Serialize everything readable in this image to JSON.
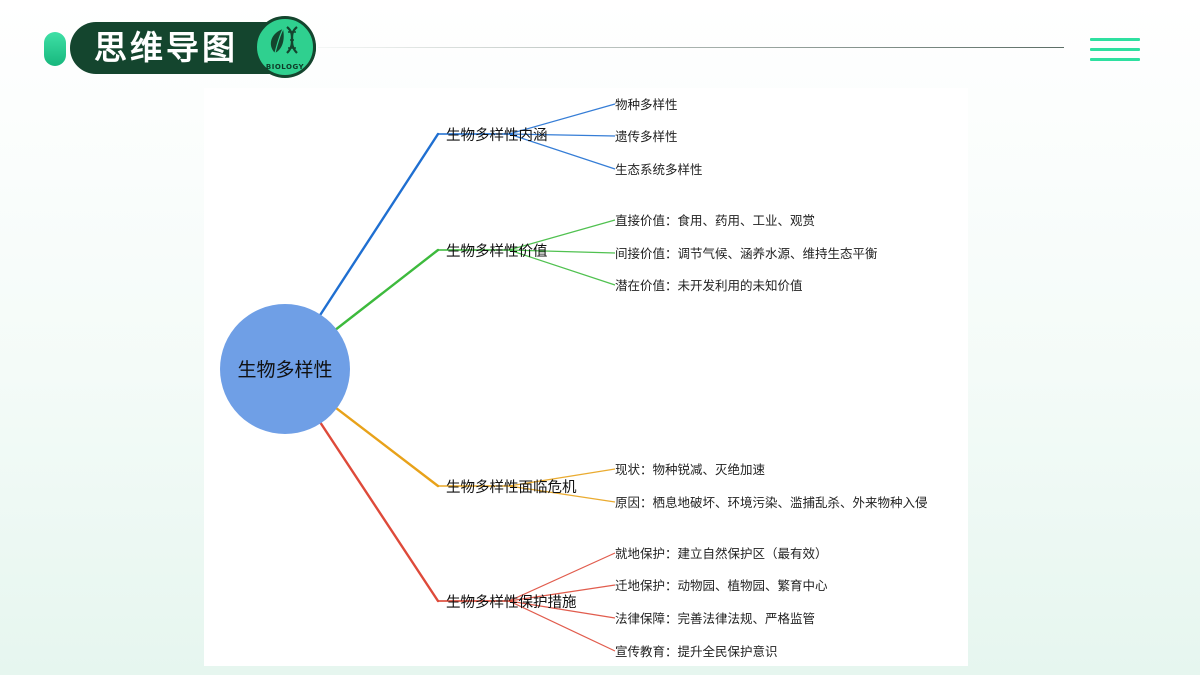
{
  "header": {
    "title": "思维导图",
    "badge_label": "BIOLOGY",
    "menu_icon": "hamburger-menu-icon",
    "badge_icon": "leaf-dna-icon"
  },
  "colors": {
    "accent": "#2ee0a0",
    "title_bg": "#14452e",
    "root_fill": "#6f9fe6",
    "branch_blue": "#1f6fd1",
    "branch_green": "#3dba3d",
    "branch_orange": "#e8a21a",
    "branch_red": "#de4a3a"
  },
  "mindmap": {
    "root": "生物多样性",
    "branches": [
      {
        "label": "生物多样性内涵",
        "color": "#1f6fd1",
        "children": [
          "物种多样性",
          "遗传多样性",
          "生态系统多样性"
        ]
      },
      {
        "label": "生物多样性价值",
        "color": "#3dba3d",
        "children": [
          "直接价值：食用、药用、工业、观赏",
          "间接价值：调节气候、涵养水源、维持生态平衡",
          "潜在价值：未开发利用的未知价值"
        ]
      },
      {
        "label": "生物多样性面临危机",
        "color": "#e8a21a",
        "children": [
          "现状：物种锐减、灭绝加速",
          "原因：栖息地破坏、环境污染、滥捕乱杀、外来物种入侵"
        ]
      },
      {
        "label": "生物多样性保护措施",
        "color": "#de4a3a",
        "children": [
          "就地保护：建立自然保护区（最有效）",
          "迁地保护：动物园、植物园、繁育中心",
          "法律保障：完善法律法规、严格监管",
          "宣传教育：提升全民保护意识"
        ]
      }
    ]
  }
}
